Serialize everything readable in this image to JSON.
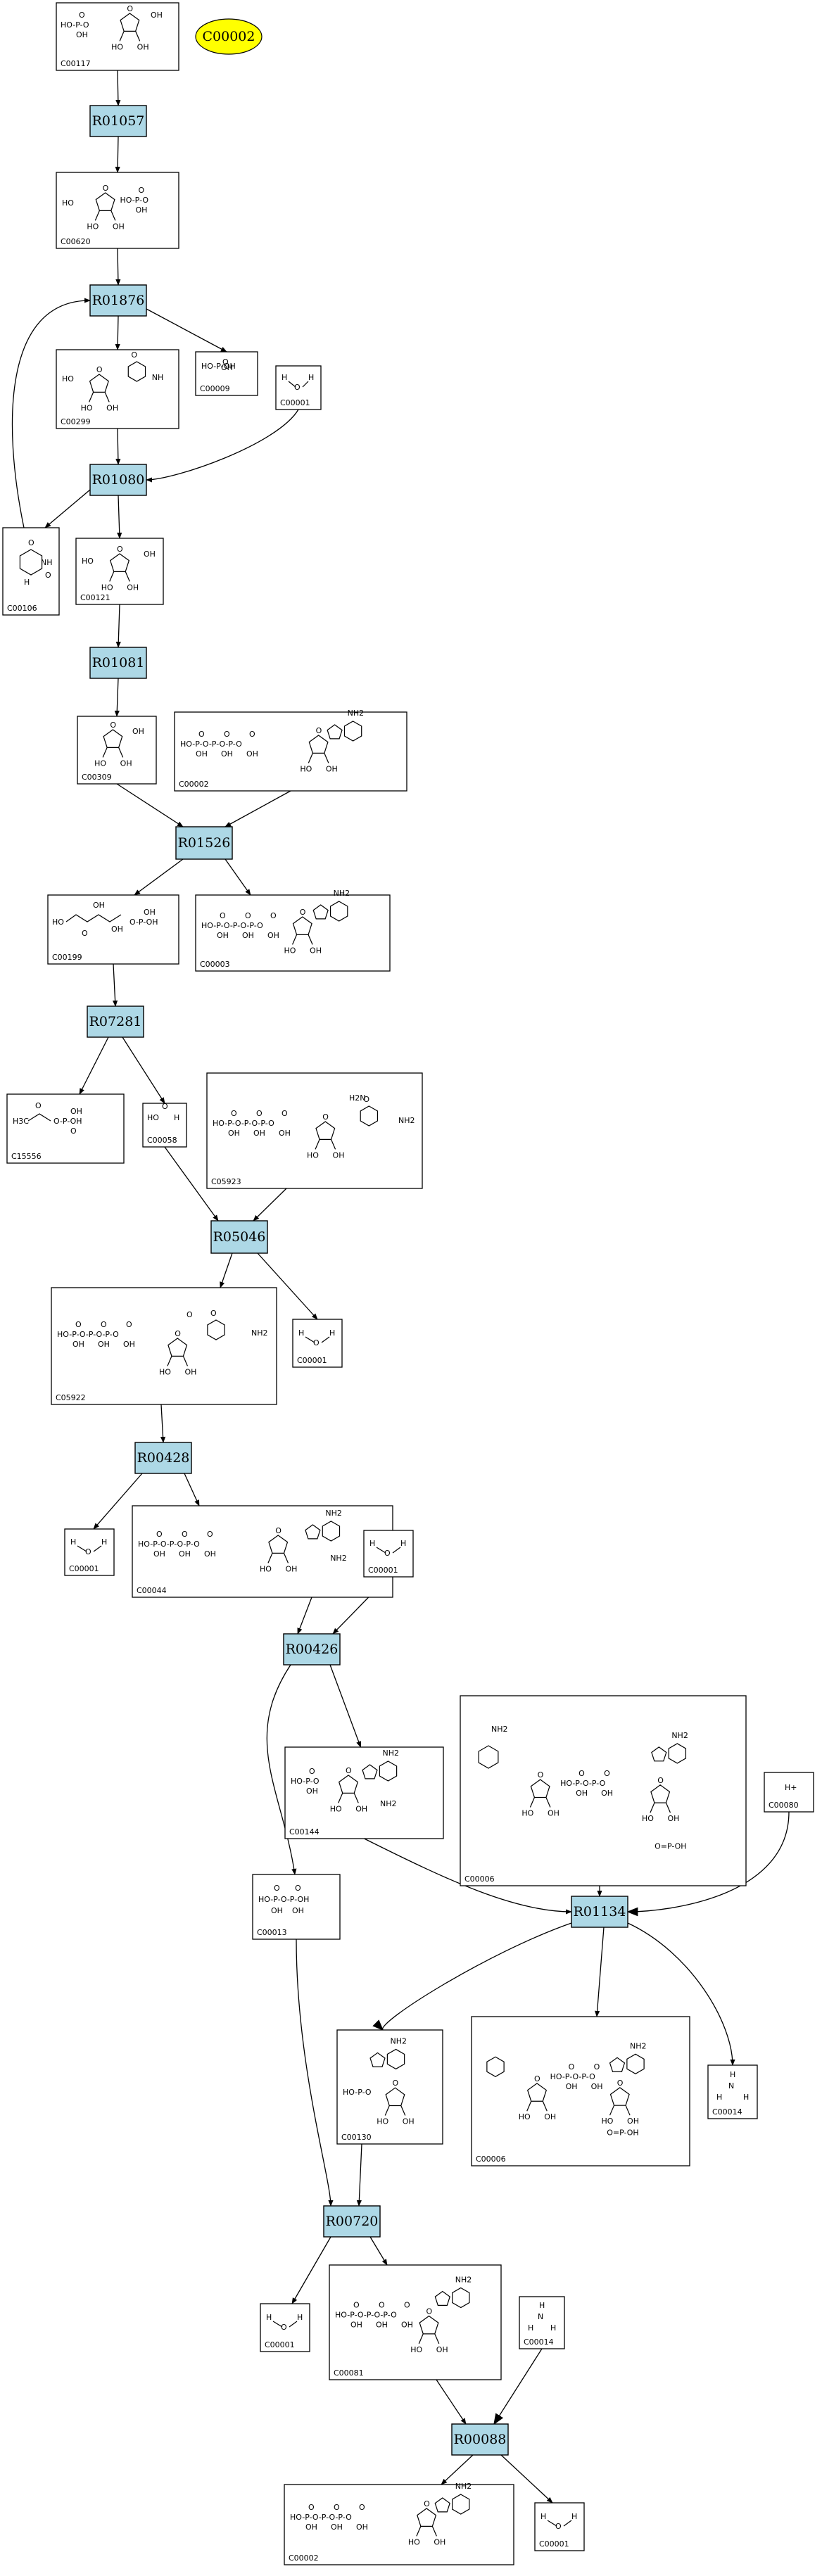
{
  "ellipse": {
    "id": "C00002"
  },
  "reactions": [
    "R01057",
    "R01876",
    "R01080",
    "R01081",
    "R01526",
    "R07281",
    "R05046",
    "R00428",
    "R00426",
    "R01134",
    "R00720",
    "R00088"
  ],
  "compounds": [
    {
      "id": "C00117",
      "molecule": "ribose-5-phosphate"
    },
    {
      "id": "C00620",
      "molecule": "ribose-1-phosphate"
    },
    {
      "id": "C00299",
      "molecule": "uridine"
    },
    {
      "id": "C00009",
      "molecule": "phosphate"
    },
    {
      "id": "C00001",
      "molecule": "water"
    },
    {
      "id": "C00106",
      "molecule": "uracil"
    },
    {
      "id": "C00121",
      "molecule": "ribose"
    },
    {
      "id": "C00309",
      "molecule": "ribulose"
    },
    {
      "id": "C00002",
      "molecule": "atp"
    },
    {
      "id": "C00199",
      "molecule": "ribulose-5-phosphate"
    },
    {
      "id": "C00003",
      "molecule": "nad"
    },
    {
      "id": "C15556",
      "molecule": "hydroxyacetone-phosphate"
    },
    {
      "id": "C00058",
      "molecule": "formate"
    },
    {
      "id": "C05923",
      "molecule": "diamino-pyrimidine-triphosphate"
    },
    {
      "id": "C00001",
      "molecule": "water"
    },
    {
      "id": "C05922",
      "molecule": "formamido-pyrimidine-triphosphate"
    },
    {
      "id": "C00001",
      "molecule": "water"
    },
    {
      "id": "C00044",
      "molecule": "gtp"
    },
    {
      "id": "C00001",
      "molecule": "water"
    },
    {
      "id": "C00144",
      "molecule": "gmp"
    },
    {
      "id": "C00006",
      "molecule": "nadp"
    },
    {
      "id": "C00080",
      "molecule": "proton"
    },
    {
      "id": "C00013",
      "molecule": "diphosphate"
    },
    {
      "id": "C00130",
      "molecule": "imp"
    },
    {
      "id": "C00006",
      "molecule": "nadph"
    },
    {
      "id": "C00014",
      "molecule": "ammonia"
    },
    {
      "id": "C00001",
      "molecule": "water"
    },
    {
      "id": "C00081",
      "molecule": "itp"
    },
    {
      "id": "C00014",
      "molecule": "ammonia"
    },
    {
      "id": "C00002",
      "molecule": "atp"
    },
    {
      "id": "C00001",
      "molecule": "water"
    }
  ]
}
